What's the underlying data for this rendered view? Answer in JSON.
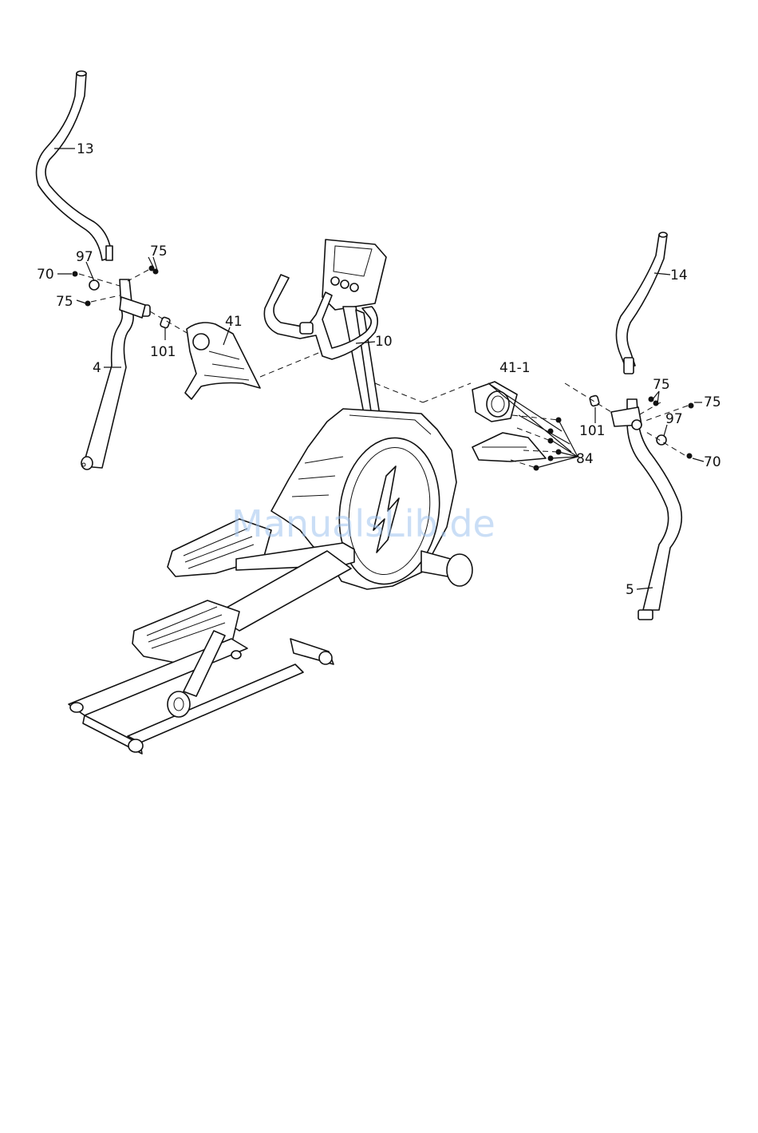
{
  "watermark": "ManualsLib.de",
  "labels": {
    "p13": "13",
    "p97_left": "97",
    "p75_left_top": "75",
    "p70_left": "70",
    "p75_left_bottom": "75",
    "p101_left": "101",
    "p41": "41",
    "p4": "4",
    "p10": "10",
    "p41_1": "41-1",
    "p14": "14",
    "p75_right_top": "75",
    "p75_right": "75",
    "p101_right": "101",
    "p97_right": "97",
    "p84": "84",
    "p70_right": "70",
    "p5": "5"
  },
  "colors": {
    "line": "#111111",
    "watermark": "#9fc3ee"
  }
}
